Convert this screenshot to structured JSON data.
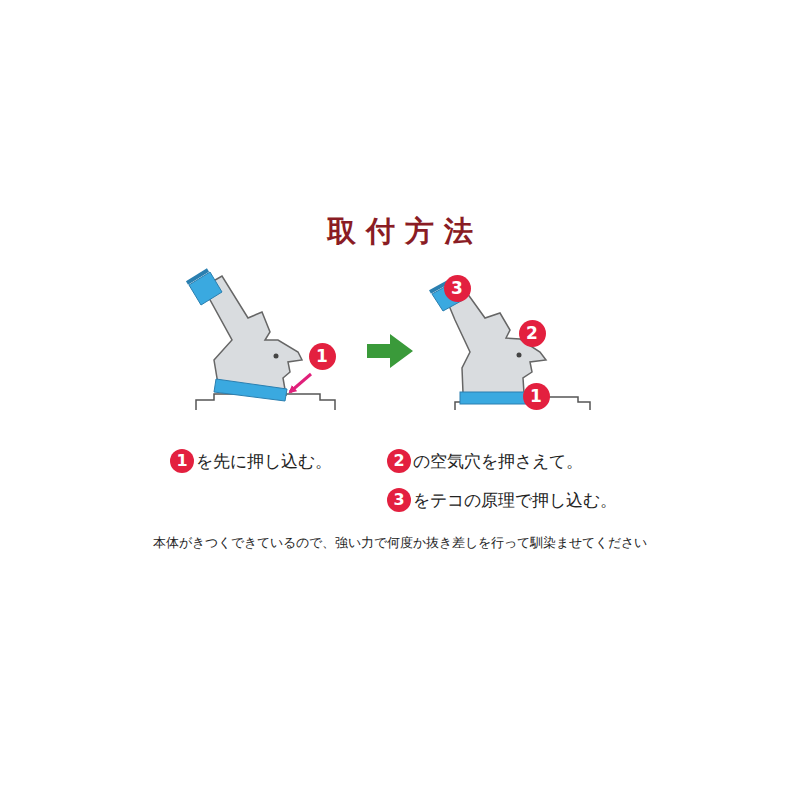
{
  "diagram": {
    "title": "取付方法",
    "nodes": [
      {
        "text": [
          "1"
        ]
      },
      {
        "text": [
          "3"
        ]
      },
      {
        "text": [
          "2"
        ]
      },
      {
        "text": [
          "1"
        ]
      },
      {
        "text": [
          "1"
        ]
      },
      {
        "text": [
          "2"
        ]
      },
      {
        "text": [
          "3"
        ]
      }
    ],
    "labels": [
      "を先に押し込む。",
      "の空気穴を押さえて。",
      "をテコの原理で押し込む。",
      "本体がきつくできているので、強い力で何度か抜き差しを行って馴染ませてください"
    ]
  }
}
